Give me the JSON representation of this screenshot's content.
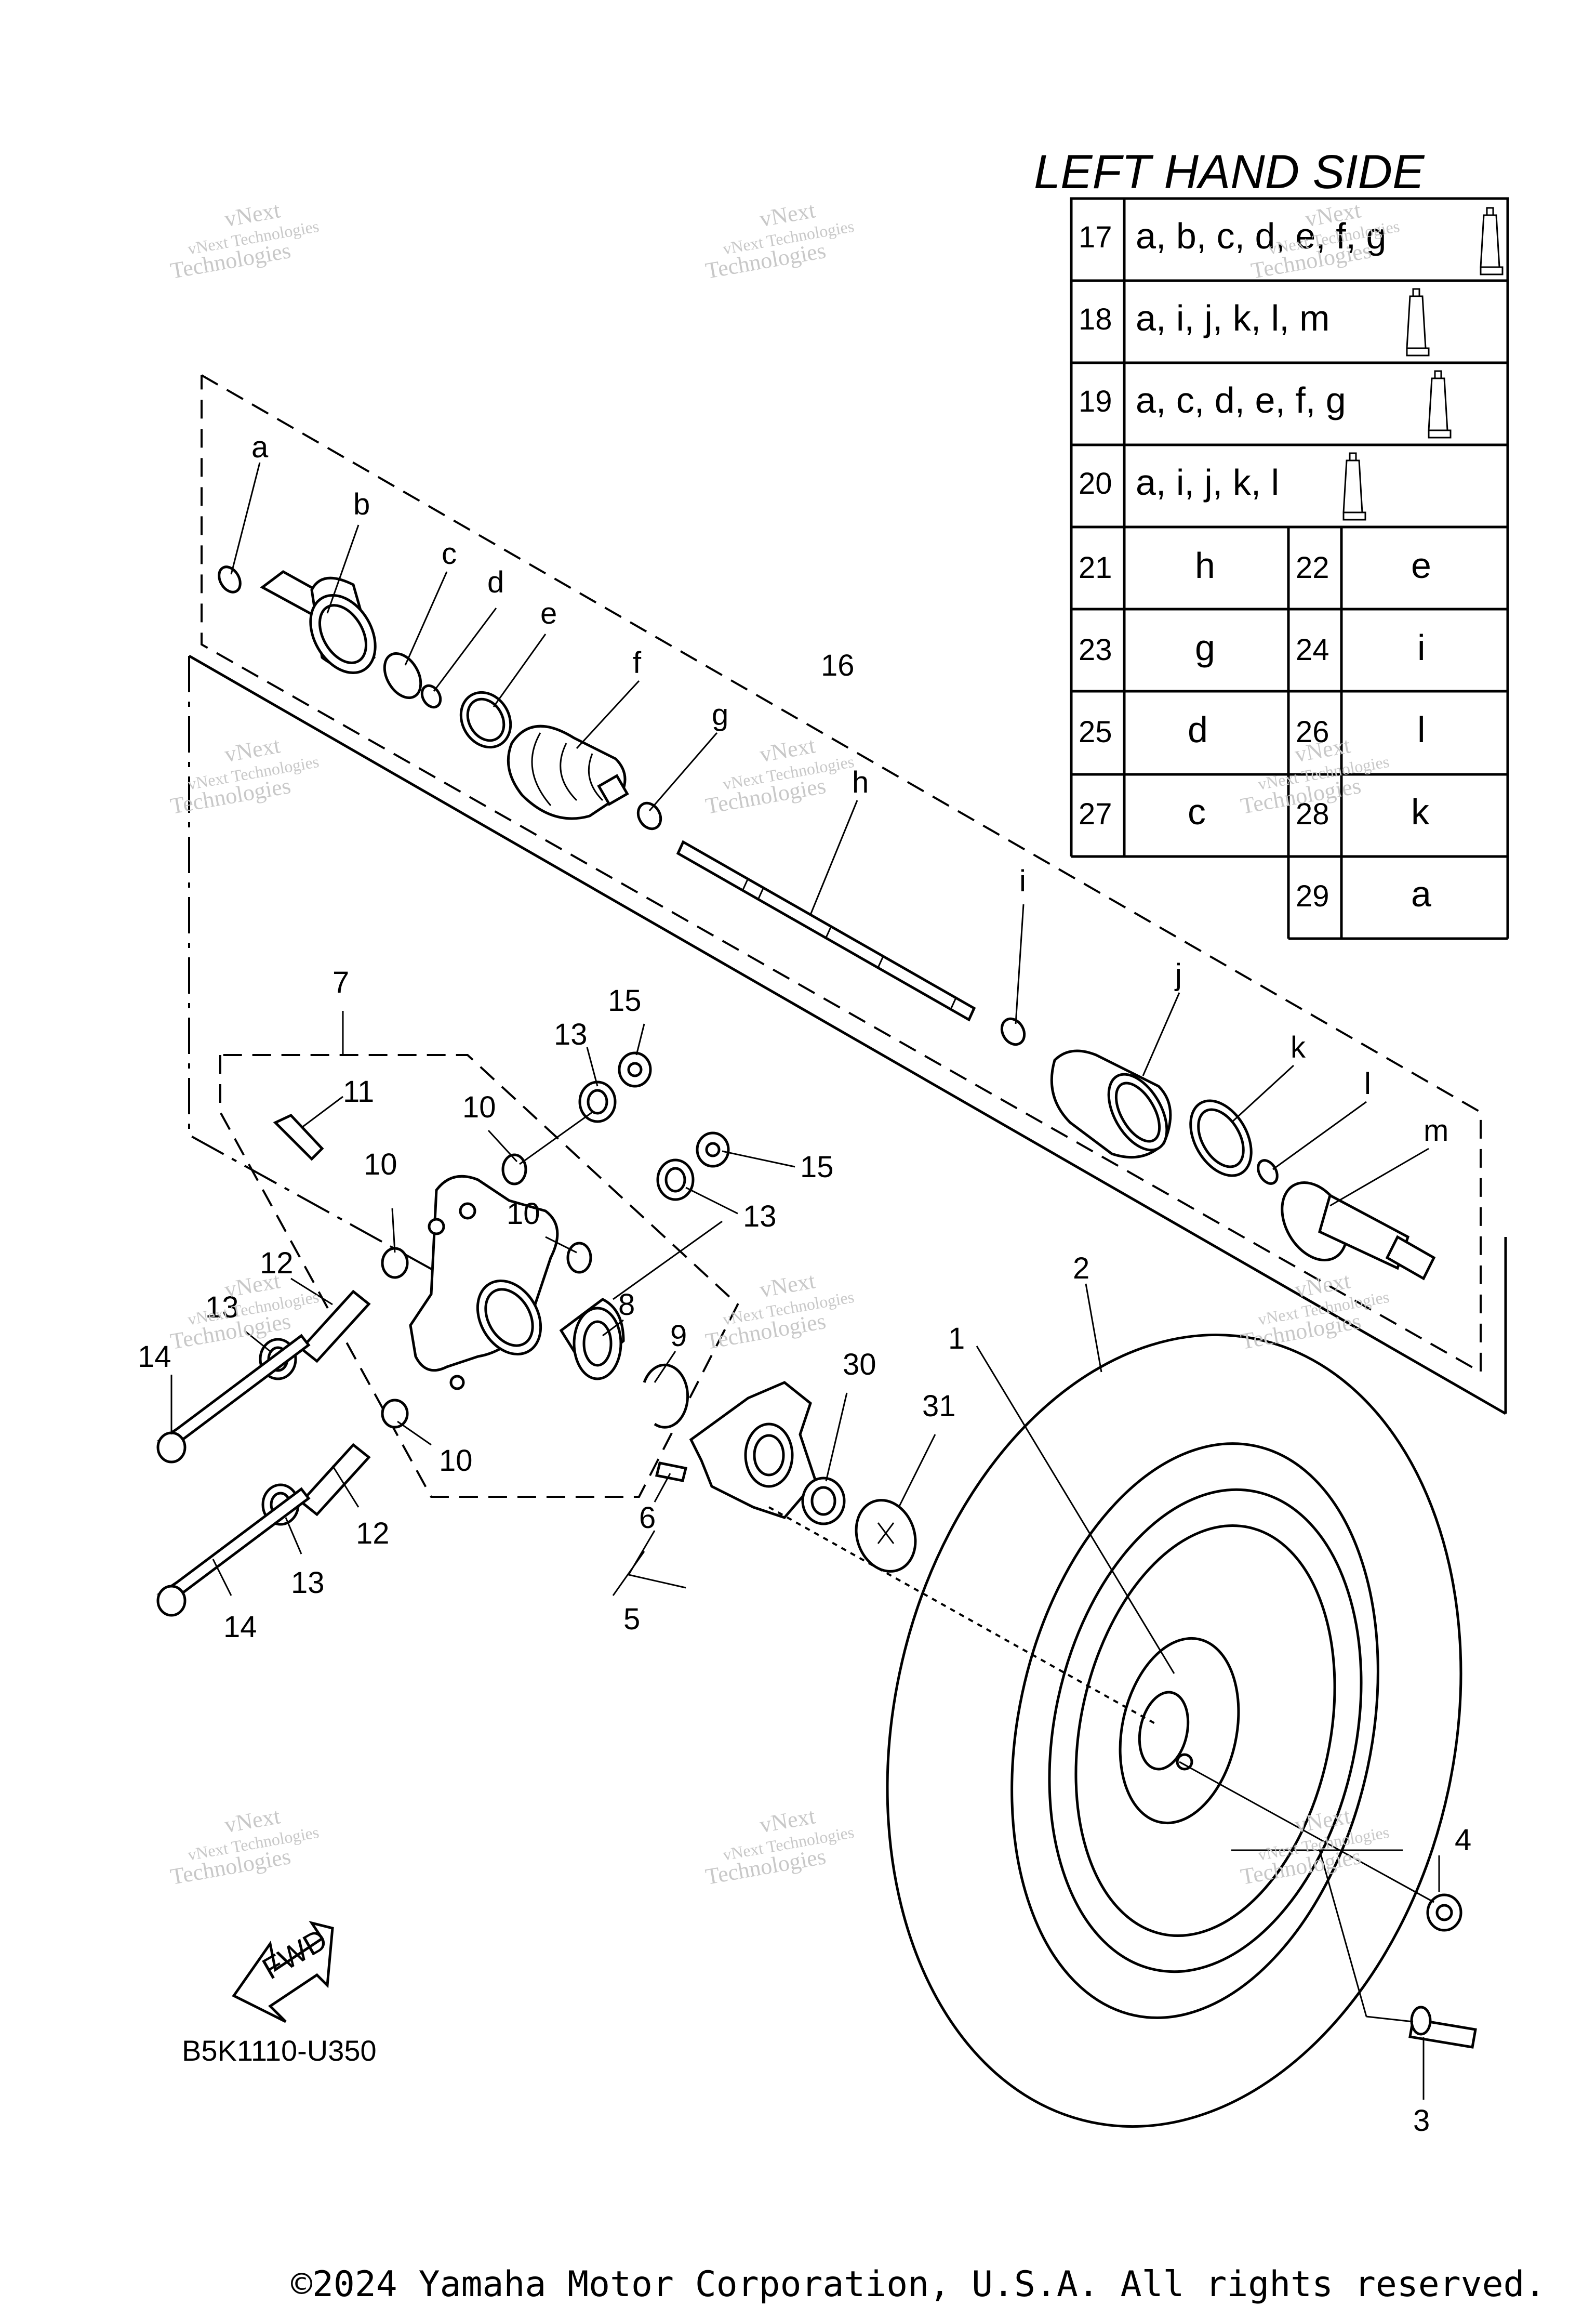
{
  "title": "LEFT HAND SIDE",
  "diagram_code": "B5K1110-U350",
  "copyright": "©2024 Yamaha Motor Corporation, U.S.A. All rights reserved.",
  "fwd_label": "FWD",
  "watermark": {
    "line1": "vNext",
    "line2": "vNext Technologies",
    "line3": "Technologies"
  },
  "kits": [
    {
      "num": "17",
      "parts": "a, b, c, d, e, f, g"
    },
    {
      "num": "18",
      "parts": "a, i, j, k, l, m"
    },
    {
      "num": "19",
      "parts": "a, c, d, e, f, g"
    },
    {
      "num": "20",
      "parts": "a, i, j, k, l"
    }
  ],
  "pairs_left": [
    {
      "num": "21",
      "letter": "h"
    },
    {
      "num": "23",
      "letter": "g"
    },
    {
      "num": "25",
      "letter": "d"
    },
    {
      "num": "27",
      "letter": "c"
    }
  ],
  "pairs_right": [
    {
      "num": "22",
      "letter": "e"
    },
    {
      "num": "24",
      "letter": "i"
    },
    {
      "num": "26",
      "letter": "l"
    },
    {
      "num": "28",
      "letter": "k"
    },
    {
      "num": "29",
      "letter": "a"
    }
  ],
  "callouts": {
    "a": "a",
    "b": "b",
    "c": "c",
    "d": "d",
    "e": "e",
    "f": "f",
    "g": "g",
    "h": "h",
    "i": "i",
    "j": "j",
    "k": "k",
    "l": "l",
    "m": "m",
    "n1": "1",
    "n2": "2",
    "n3": "3",
    "n4": "4",
    "n5": "5",
    "n6": "6",
    "n7": "7",
    "n8": "8",
    "n9": "9",
    "n10": "10",
    "n11": "11",
    "n12": "12",
    "n13": "13",
    "n14": "14",
    "n15": "15",
    "n16": "16",
    "n30": "30",
    "n31": "31"
  }
}
